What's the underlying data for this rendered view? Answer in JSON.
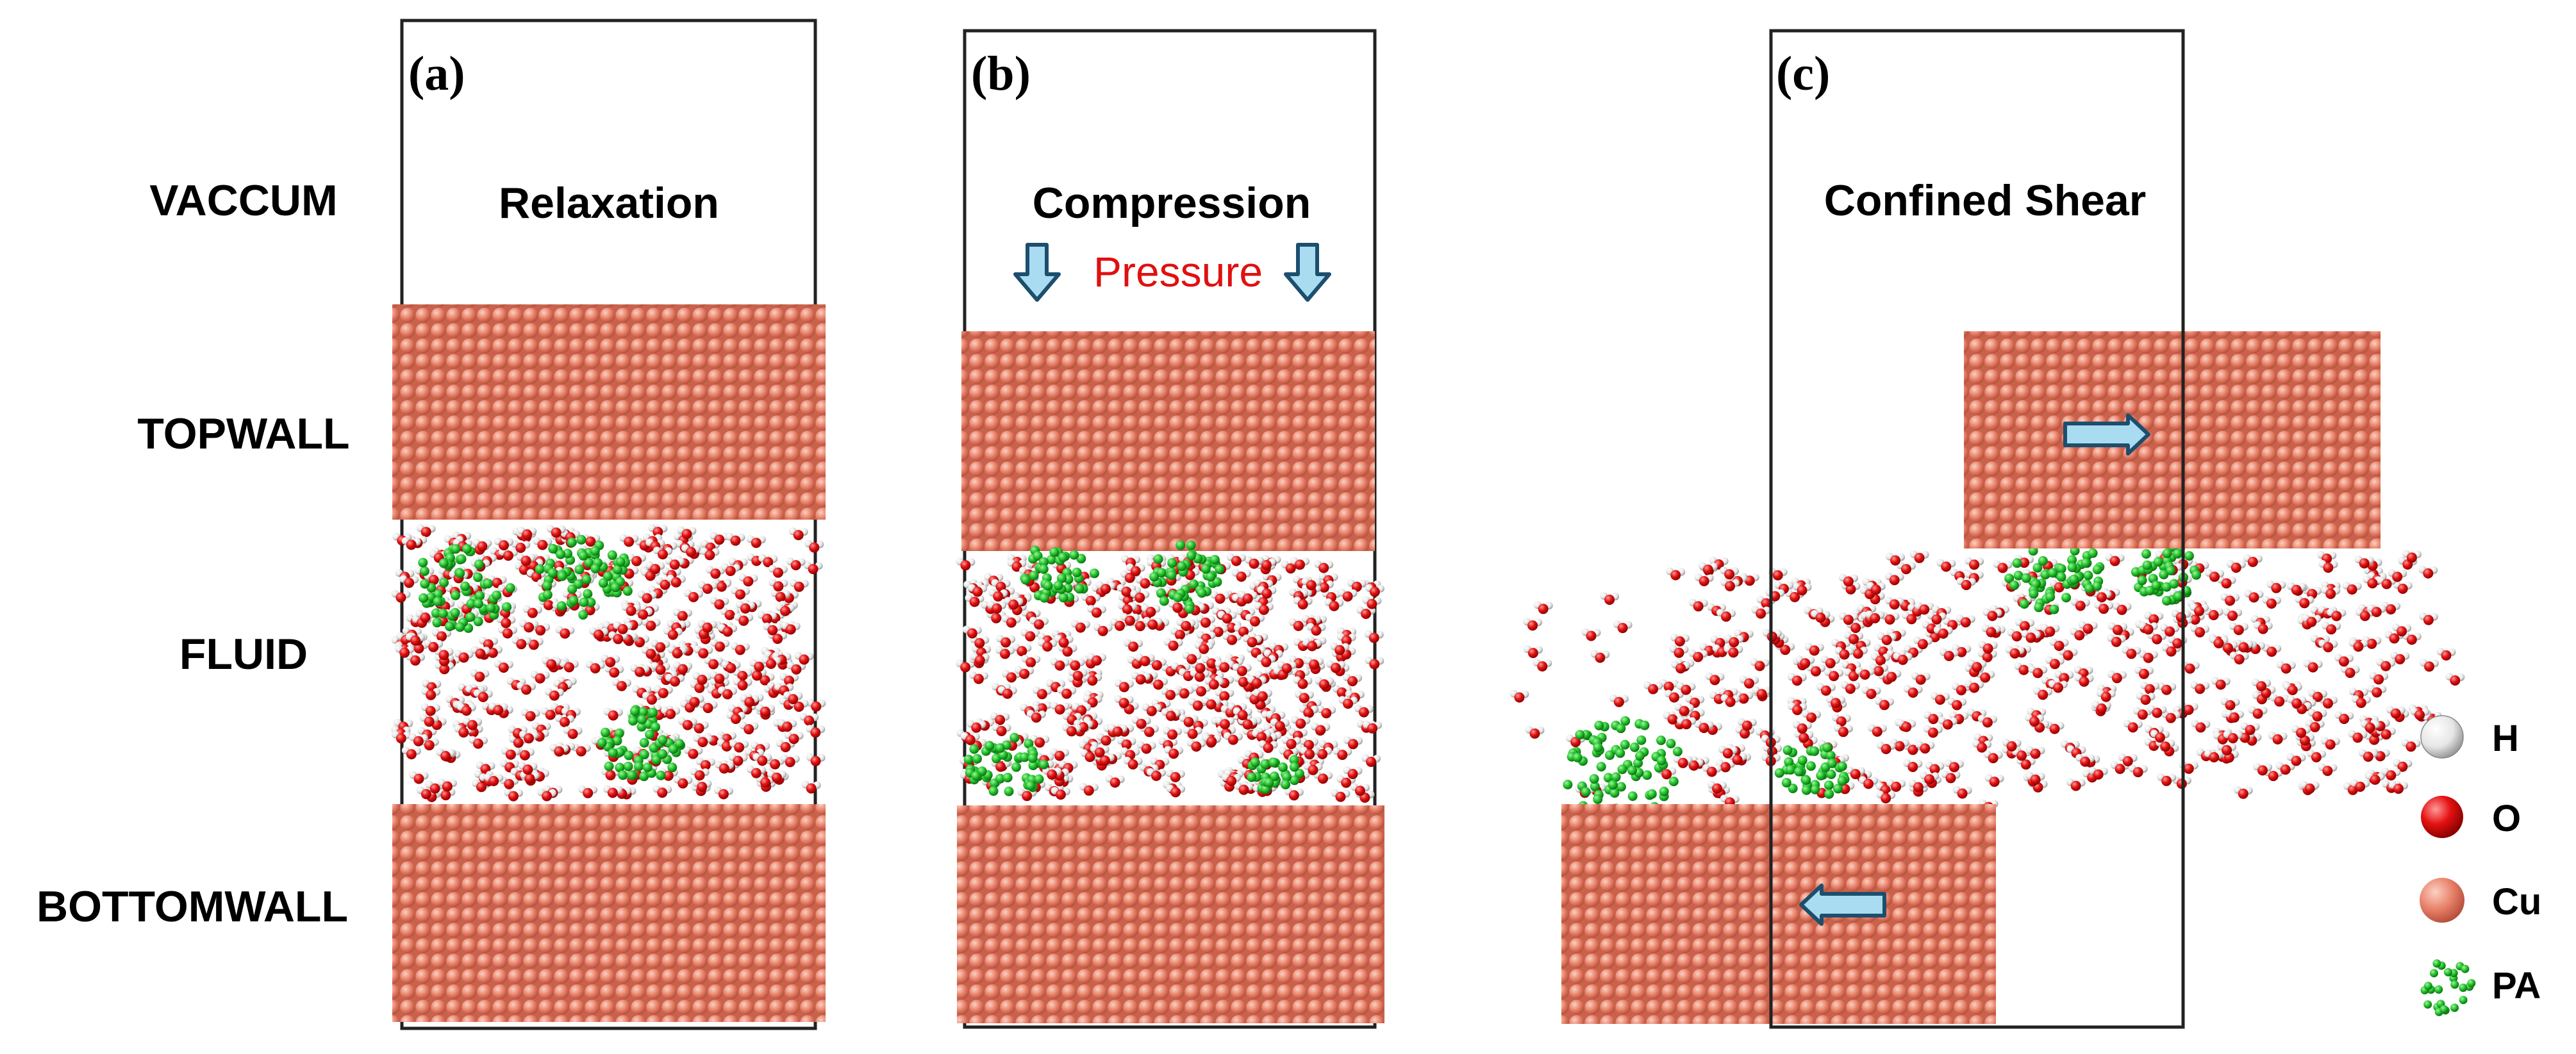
{
  "rows": {
    "vacuum": "VACCUM",
    "topwall": "TOPWALL",
    "fluid": "FLUID",
    "bottomwall": "BOTTOMWALL"
  },
  "panels": [
    {
      "letter": "(a)",
      "title": "Relaxation"
    },
    {
      "letter": "(b)",
      "title": "Compression",
      "pressure_label": "Pressure"
    },
    {
      "letter": "(c)",
      "title": "Confined Shear"
    }
  ],
  "legend": [
    {
      "label": "H",
      "color": "#eeeeee"
    },
    {
      "label": "O",
      "color": "#e41212"
    },
    {
      "label": "Cu",
      "color": "#e8826a"
    },
    {
      "label": "PA",
      "color": "#22c02a"
    }
  ],
  "colors": {
    "cu": "#e8826a",
    "cu_shade": "#b8503c",
    "oxygen": "#e41212",
    "hydrogen": "#f0f0f0",
    "pa": "#22c02a",
    "arrow_fill": "#a9dcf0",
    "arrow_stroke": "#1d4e6e"
  }
}
